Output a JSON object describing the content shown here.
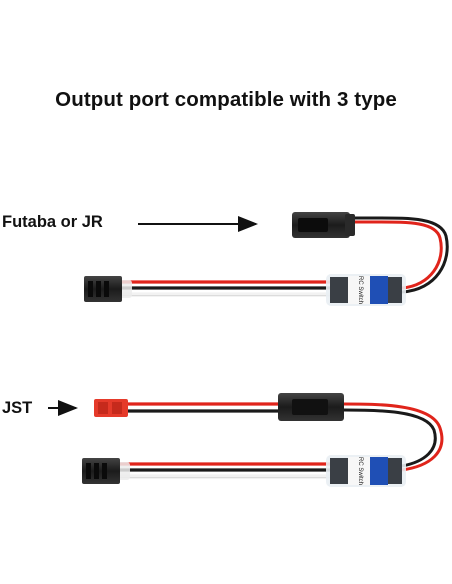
{
  "headline": "Output port compatible with 3 type",
  "labels": {
    "futaba_jr": "Futaba or JR",
    "jst": "JST"
  },
  "module": {
    "sticker_text": "RC Switch"
  },
  "colors": {
    "wire_red": "#e0241b",
    "wire_black": "#1a1a1a",
    "wire_white": "#f2f2f2",
    "sticker_blue": "#1f4fb5",
    "jst_red": "#e53a2a",
    "connector_black": "#222222"
  }
}
